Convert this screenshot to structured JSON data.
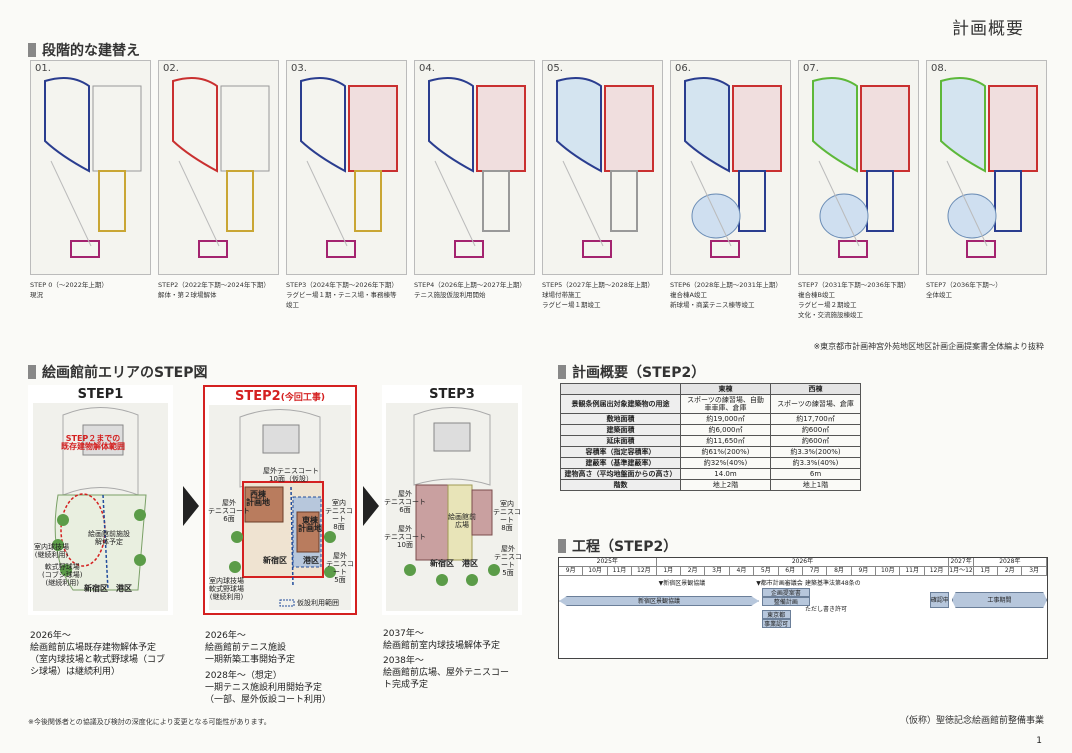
{
  "page_title": "計画概要",
  "section1": {
    "title": "段階的な建替え"
  },
  "phases": [
    {
      "num": "01.",
      "cap": [
        "STEP 0（〜2022年上期）",
        "現況"
      ]
    },
    {
      "num": "02.",
      "cap": [
        "STEP2（2022年下期〜2024年下期）",
        "解体・第２球場解体"
      ]
    },
    {
      "num": "03.",
      "cap": [
        "STEP3（2024年下期〜2026年下期）",
        "ラグビー場１期・テニス場・事務棟等",
        "竣工"
      ]
    },
    {
      "num": "04.",
      "cap": [
        "STEP4（2026年上期〜2027年上期）",
        "テニス施設仮設利用開始"
      ]
    },
    {
      "num": "05.",
      "cap": [
        "STEP5（2027年上期〜2028年上期）",
        "球場付帯施工",
        "ラグビー場１期竣工"
      ]
    },
    {
      "num": "06.",
      "cap": [
        "STEP6（2028年上期〜2031年上期）",
        "複合棟A竣工",
        "新球場・商業テニス棟等竣工"
      ]
    },
    {
      "num": "07.",
      "cap": [
        "STEP7（2031年下期〜2036年下期）",
        "複合棟B竣工",
        "ラグビー場２期竣工",
        "文化・交流施設棟竣工"
      ]
    },
    {
      "num": "08.",
      "cap": [
        "STEP7（2036年下期〜）",
        "全体竣工"
      ]
    }
  ],
  "source_note": "※東京都市計画神宮外苑地区地区計画企画提案書全体編より抜粋",
  "section2": {
    "title": "絵画館前エリアのSTEP図"
  },
  "steps": [
    {
      "title": "STEP1",
      "annotation": [
        "STEP２までの",
        "既存建物解体範囲"
      ],
      "labels": {
        "facility": [
          "絵画館前施設",
          "解体予定"
        ],
        "indoor": [
          "室内球技場",
          "(継続利用)"
        ],
        "softball": [
          "軟式野球場",
          "(コブシ球場)",
          "(継続利用)"
        ],
        "wards": "新宿区　港区"
      },
      "desc": [
        "2026年〜",
        "絵画館前広場既存建物解体予定",
        "（室内球技場と軟式野球場（コブ",
        "シ球場）は継続利用）"
      ]
    },
    {
      "title": "STEP2",
      "title_suffix": "(今回工事)",
      "labels": {
        "outdoor_top": [
          "屋外テニスコート",
          "10面（仮設）"
        ],
        "west": [
          "西棟",
          "計画地"
        ],
        "east": [
          "東棟",
          "計画地"
        ],
        "outdoor_left": [
          "屋外",
          "テニスコート",
          "6面"
        ],
        "indoor_right": [
          "室内",
          "テニスコート",
          "8面"
        ],
        "outdoor_right": [
          "屋外",
          "テニスコート",
          "5面"
        ],
        "ward_shinjuku": "新宿区",
        "ward_minato": "港区",
        "indoor_ball": [
          "室内球技場",
          "軟式野球場",
          "(継続利用)"
        ]
      },
      "legend": "仮設利用範囲",
      "desc": [
        "2026年〜",
        "絵画館前テニス施設",
        "一期新築工事開始予定"
      ],
      "desc2": [
        "2028年〜（想定）",
        "一期テニス施設利用開始予定",
        "（一部、屋外仮設コート利用）"
      ]
    },
    {
      "title": "STEP3",
      "labels": {
        "outdoor_left_top": [
          "屋外",
          "テニスコート",
          "6面"
        ],
        "outdoor_left_bottom": [
          "屋外",
          "テニスコート",
          "10面"
        ],
        "plaza": [
          "絵画館前",
          "広場"
        ],
        "indoor_right": [
          "室内",
          "テニスコート",
          "8面"
        ],
        "outdoor_right": [
          "屋外",
          "テニスコート",
          "5面"
        ],
        "wards": "新宿区　港区"
      },
      "desc": [
        "2037年〜",
        "絵画館前室内球技場解体予定"
      ],
      "desc2": [
        "2038年〜",
        "絵画館前広場、屋外テニスコー",
        "ト完成予定"
      ]
    }
  ],
  "section3": {
    "title": "計画概要（STEP2）"
  },
  "overview": {
    "headers": [
      "",
      "東棟",
      "西棟"
    ],
    "rows": [
      [
        "景観条例届出対象建築物の用途",
        "スポーツの練習場、自動車車庫、倉庫",
        "スポーツの練習場、倉庫"
      ],
      [
        "敷地面積",
        "約19,000㎡",
        "約17,700㎡"
      ],
      [
        "建築面積",
        "約6,000㎡",
        "約600㎡"
      ],
      [
        "延床面積",
        "約11,650㎡",
        "約600㎡"
      ],
      [
        "容積率（指定容積率）",
        "約61%(200%)",
        "約3.3%(200%)"
      ],
      [
        "建蔽率（基準建蔽率）",
        "約32%(40%)",
        "約3.3%(40%)"
      ],
      [
        "建物高さ（平均地盤面からの高さ）",
        "14.0m",
        "6m"
      ],
      [
        "階数",
        "地上2階",
        "地上1階"
      ]
    ]
  },
  "section4": {
    "title": "工程（STEP2）"
  },
  "schedule": {
    "years": [
      "2025年",
      "2026年",
      "2027年",
      "2028年"
    ],
    "months": [
      "9月",
      "10月",
      "11月",
      "12月",
      "1月",
      "2月",
      "3月",
      "4月",
      "5月",
      "6月",
      "7月",
      "8月",
      "9月",
      "10月",
      "11月",
      "12月",
      "1月〜12月",
      "1月",
      "2月",
      "3月"
    ],
    "milestones": [
      "▼新宿区景観協議",
      "▼都市計画審議会",
      "建築基準法第48条の",
      "ただし書き許可"
    ],
    "bars": [
      "新宿区景観協議",
      "企画提案書",
      "整備計画",
      "東京都",
      "事業認可",
      "確認申請",
      "工事期間"
    ]
  },
  "footer_note": "※今後関係者との協議及び検討の深度化により変更となる可能性があります。",
  "footer_right": "（仮称）聖徳記念絵画館前整備事業",
  "page_number": "1",
  "colors": {
    "navy": "#2a3d8f",
    "red": "#c93030",
    "gold": "#c9a634",
    "green": "#5db83a",
    "magenta": "#a3236f",
    "blue_bar": "#b7c7dc"
  }
}
